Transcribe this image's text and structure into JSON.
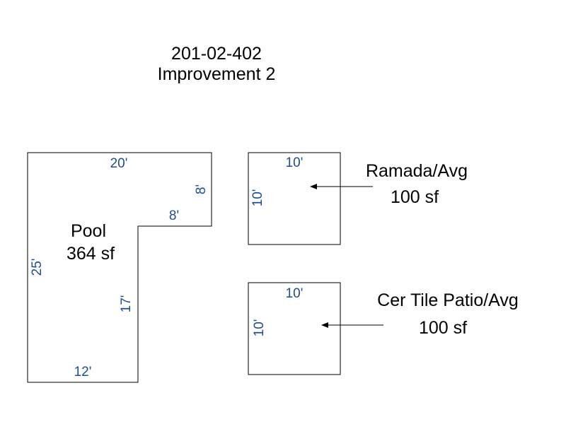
{
  "header": {
    "parcel_number": "201-02-402",
    "improvement": "Improvement 2"
  },
  "colors": {
    "outline": "#000000",
    "label_text": "#000000",
    "dimension_text": "#1f4e8c",
    "background": "#ffffff"
  },
  "pool": {
    "name": "Pool",
    "area": "364 sf",
    "dimensions": {
      "top": "20'",
      "right": "8'",
      "inner_step": "8'",
      "left": "25'",
      "inner_side": "17'",
      "bottom": "12'"
    }
  },
  "ramada": {
    "name": "Ramada/Avg",
    "area": "100 sf",
    "dimensions": {
      "top": "10'",
      "left": "10'"
    }
  },
  "patio": {
    "name": "Cer Tile Patio/Avg",
    "area": "100 sf",
    "dimensions": {
      "top": "10'",
      "left": "10'"
    }
  }
}
